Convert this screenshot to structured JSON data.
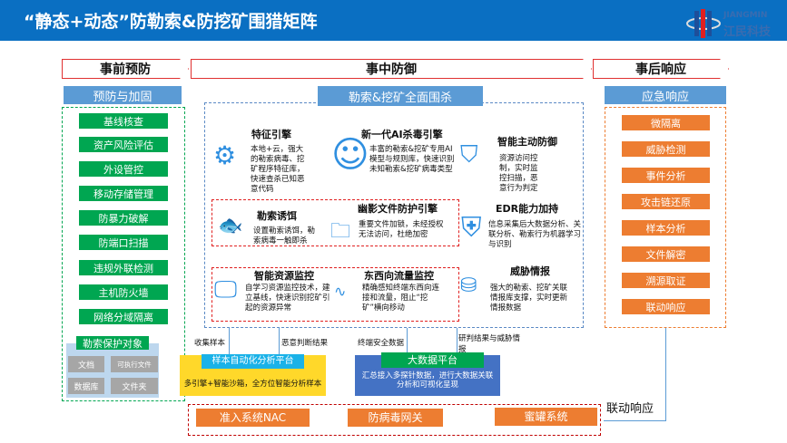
{
  "title": "“静态+动态”防勒索&防挖矿围猎矩阵",
  "logo": {
    "en": "JIANGMIN",
    "cn": "江民科技"
  },
  "phases": [
    "事前预防",
    "事中防御",
    "事后响应"
  ],
  "prevent": {
    "header": "预防与加固",
    "items": [
      "基线核查",
      "资产风险评估",
      "外设管控",
      "移动存储管理",
      "防暴力破解",
      "防端口扫描",
      "违规外联检测",
      "主机防火墙",
      "网络分域隔离"
    ],
    "protect": {
      "label": "勒索保护对象",
      "items": [
        "文档",
        "可执行文件",
        "数据库",
        "文件夹"
      ]
    }
  },
  "defense": {
    "header": "勒索&挖矿全面围杀",
    "blocks": [
      {
        "title": "特征引擎",
        "text": "本地+云，强大的勒索病毒、挖矿程序特征库，快速查杀已知恶意代码"
      },
      {
        "title": "新一代AI杀毒引擎",
        "text": "丰富的勒索&挖矿专用AI模型与规则库，快速识别未知勒索&挖矿病毒类型"
      },
      {
        "title": "智能主动防御",
        "text": "资源访问控制，实时监控扫描，恶意行为判定"
      },
      {
        "title": "勒索诱饵",
        "text": "设置勒索诱饵，勒索病毒一触即杀"
      },
      {
        "title": "幽影文件防护引擎",
        "text": "重要文件加锁，未经授权无法访问，杜绝加密"
      },
      {
        "title": "EDR能力加持",
        "text": "信息采集后大数据分析、关联分析、勒索行为机器学习与识别"
      },
      {
        "title": "智能资源监控",
        "text": "自学习资源监控技术，建立基线，快速识别挖矿引起的资源异常"
      },
      {
        "title": "东西向流量监控",
        "text": "精确感知终端东西向连接和流量，阻止“挖矿”横向移动"
      },
      {
        "title": "威胁情报",
        "text": "强大的勒索、挖矿关联情报库支撑，实时更新情报数据"
      }
    ]
  },
  "flows": [
    "收集样本",
    "恶意判断结果",
    "终端安全数据",
    "研判结果与威胁情报"
  ],
  "sandbox": {
    "title": "样本自动化分析平台",
    "text": "多引擎+智能沙箱，全方位智能分析样本"
  },
  "bigdata": {
    "title": "大数据平台",
    "text": "汇总接入多探针数据，进行大数据关联分析和可视化呈现"
  },
  "response": {
    "header": "应急响应",
    "items": [
      "微隔离",
      "威胁检测",
      "事件分析",
      "攻击链还原",
      "样本分析",
      "文件解密",
      "溯源取证",
      "联动响应"
    ]
  },
  "linkage": {
    "label": "联动响应",
    "items": [
      "准入系统NAC",
      "防病毒网关",
      "蜜罐系统"
    ]
  }
}
